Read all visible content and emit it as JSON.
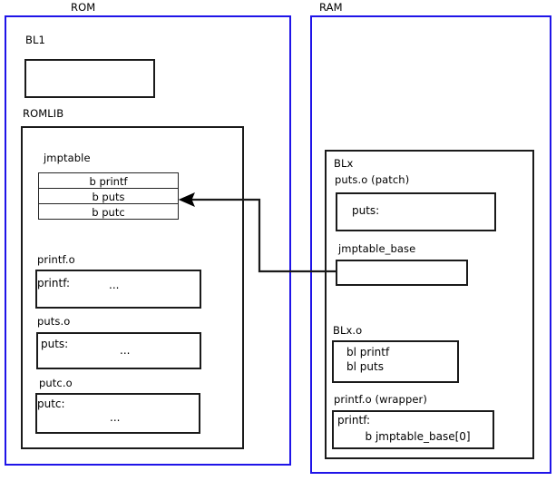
{
  "diagram": {
    "title_rom": "ROM",
    "title_ram": "RAM",
    "accent_blue": "#1f14e8",
    "line_black": "#1a1a1a"
  },
  "rom": {
    "label": "ROM",
    "bl1": {
      "label": "BL1",
      "body": ""
    },
    "romlib": {
      "label": "ROMLIB",
      "jmptable": {
        "label": "jmptable",
        "entries": [
          "b printf",
          "b puts",
          "b putc"
        ]
      },
      "objects": [
        {
          "label": "printf.o",
          "symbol": "printf:",
          "ellipsis": "...",
          "ellipsis_second_line": false
        },
        {
          "label": "puts.o",
          "symbol": "puts:",
          "ellipsis": "...",
          "ellipsis_second_line": false
        },
        {
          "label": "putc.o",
          "symbol": "putc:",
          "ellipsis": "...",
          "ellipsis_second_line": true
        }
      ]
    }
  },
  "ram": {
    "label": "RAM",
    "blx": {
      "label": "BLx",
      "puts_patch": {
        "label": "puts.o (patch)",
        "symbol": "puts:"
      },
      "jmptable_base": {
        "label": "jmptable_base",
        "body": ""
      },
      "blx_o": {
        "label": "BLx.o",
        "lines": [
          "bl printf",
          "bl puts"
        ]
      },
      "printf_wrapper": {
        "label": "printf.o (wrapper)",
        "lines": [
          "printf:",
          "        b jmptable_base[0]"
        ]
      }
    }
  },
  "arrow": {
    "name": "jmptable-base-to-jmptable-puts-arrow",
    "from": "jmptable_base",
    "to": "jmptable entry b puts"
  }
}
